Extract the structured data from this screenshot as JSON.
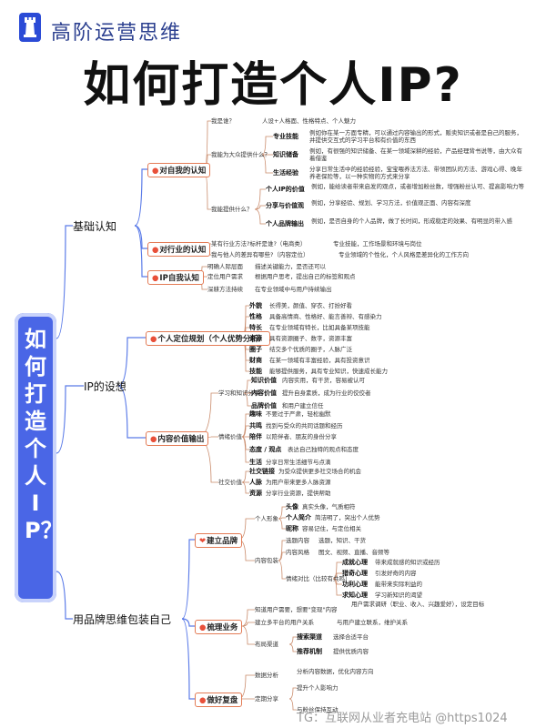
{
  "header": {
    "brand": "高阶运营思维"
  },
  "title": "如何打造个人IP?",
  "root": {
    "label": "如何打造个人IP？"
  },
  "branches": [
    {
      "label": "基础认知",
      "sub": [
        {
          "tag": "对自我的认知",
          "items": [
            {
              "label": "我是谁？",
              "text": "人设+人格面、性格特点、个人魅力"
            },
            {
              "label": "我能为大众提供什么？",
              "children": [
                {
                  "label": "专业技能",
                  "text": "例如你在某一方面专精，可以通过内容输出的形式，贩卖知识或者是自己的服务，并提供交互式的学习平台和有价值的东西"
                },
                {
                  "label": "知识储备",
                  "text": "例如，有很强的知识储备、在某一领域深耕的经验，产品经理背书说等，由大众有着借鉴"
                },
                {
                  "label": "生活经验",
                  "text": "分享日常生活中的经验经验，宝宝喂养法方法、带领团队的方法、游戏心得、晚年养老保险等，以一种实物的方式来分享"
                }
              ]
            },
            {
              "label": "我能提供什么？",
              "children": [
                {
                  "label": "个人IP的价值",
                  "text": "例如，能给读者带来启发的观点，或者增加粉丝数，增强粉丝认可、提高影响力等"
                },
                {
                  "label": "分享与价值观",
                  "text": "例如，分享经验、规划、学习方法，价值观正面、内容有深度"
                },
                {
                  "label": "个人品牌输出",
                  "text": "例如，是否自身的个人品牌，做了长时间，形成稳定的效果、有明显的带入感"
                }
              ]
            }
          ]
        },
        {
          "tag": "对行业的认知",
          "items": [
            {
              "label": "某有行业方法?标杆是谁?（电商类）",
              "text": "专业技能，工作场景和环境与岗位"
            },
            {
              "label": "我与他人的差异有哪些?（内容定位）",
              "text": "专业领域的个性化，个人风格是差异化的工作方向"
            }
          ]
        },
        {
          "tag": "IP自我认知",
          "items": [
            {
              "label": "明确人际层面",
              "text": "描述关键能力，是否还可以"
            },
            {
              "label": "定位用户需求",
              "text": "根据用户思考，提出自己的标签和观点"
            },
            {
              "label": "深耕方法持续",
              "text": "在专业领域中与用户持续输出"
            }
          ]
        }
      ]
    },
    {
      "label": "IP的设想",
      "sub": [
        {
          "tag": "个人定位规划（个人优势分析）",
          "items": [
            {
              "label": "外貌",
              "text": "长得美，颜值、穿衣、打扮好看"
            },
            {
              "label": "性格",
              "text": "具备高情商、性格好、能言善辩、有感染力"
            },
            {
              "label": "特长",
              "text": "在专业领域有特长，比如具备某项技能"
            },
            {
              "label": "资源",
              "text": "具有资源圈子、数字，资源丰富"
            },
            {
              "label": "圈子",
              "text": "结交多个优质的圈子，人脉广泛"
            },
            {
              "label": "财商",
              "text": "在某一领域有丰富经验，具有投资意识"
            },
            {
              "label": "技能",
              "text": "能够提供服务，具有专业知识，快速成长能力"
            }
          ]
        },
        {
          "tag": "内容价值输出",
          "items": [
            {
              "label": "学习和知识分享",
              "children": [
                {
                  "label": "知识价值",
                  "text": "内容实用，有干货，容易被认可"
                },
                {
                  "label": "内容价值",
                  "text": "提升自身素质，成为行业的佼佼者"
                },
                {
                  "label": "品牌价值",
                  "text": "和用户建立信任"
                }
              ]
            },
            {
              "label": "情绪价值",
              "children": [
                {
                  "label": "趣味",
                  "text": "不要过于严肃，轻松幽默"
                },
                {
                  "label": "共鸣",
                  "text": "找到与受众的共同话题和经历"
                },
                {
                  "label": "陪伴",
                  "text": "以陪伴者、朋友的身份分享"
                },
                {
                  "label": "态度 / 观点",
                  "text": "表达自己独特的观点和态度"
                },
                {
                  "label": "生活",
                  "text": "分享日常生活细节与点滴"
                }
              ]
            },
            {
              "label": "社交价值",
              "children": [
                {
                  "label": "社交链接",
                  "text": "为受众提供更多社交场合的机会"
                },
                {
                  "label": "人脉",
                  "text": "为用户带来更多人脉资源"
                },
                {
                  "label": "资源",
                  "text": "分享行业资源，提供帮助"
                }
              ]
            }
          ]
        }
      ]
    },
    {
      "label": "用品牌思维包装自己",
      "sub": [
        {
          "tag": "建立品牌",
          "items": [
            {
              "label": "个人形象",
              "children": [
                {
                  "label": "头像",
                  "text": "真实头像，气质相符"
                },
                {
                  "label": "个人简介",
                  "text": "简洁明了，突出个人优势"
                },
                {
                  "label": "昵称",
                  "text": "容易记住，与定位相关"
                }
              ]
            },
            {
              "label": "内容包装",
              "children": [
                {
                  "label": "选题内容",
                  "text": "选题，知识、干货"
                },
                {
                  "label": "内容风格",
                  "text": "图文、视频、直播、音频等"
                },
                {
                  "label": "情绪对比（比较有共鸣）",
                  "children": [
                    {
                      "label": "成就心理",
                      "text": "带来成就感的知识或经历"
                    },
                    {
                      "label": "猎奇心理",
                      "text": "引发好奇的内容"
                    },
                    {
                      "label": "功利心理",
                      "text": "能带来实际利益的"
                    },
                    {
                      "label": "求知心理",
                      "text": "学习新知识的渴望"
                    }
                  ]
                }
              ]
            }
          ]
        },
        {
          "tag": "梳理业务",
          "items": [
            {
              "label": "知道用户需要，想要\"变现\"内容",
              "text": "用户需求调研（职业、收入、兴趣爱好），设定目标"
            },
            {
              "label": "建立多平台的用户关系",
              "text": "与用户建立联系，维护关系"
            },
            {
              "label": "布局渠道",
              "children": [
                {
                  "label": "搜索渠道",
                  "text": "选择合适平台"
                },
                {
                  "label": "推荐机制",
                  "text": "提供优质内容"
                }
              ]
            }
          ]
        },
        {
          "tag": "做好复盘",
          "items": [
            {
              "label": "数据分析",
              "text": "分析内容数据，优化内容方向"
            },
            {
              "label": "定期分享",
              "children": [
                {
                  "label": "",
                  "text": "提升个人影响力"
                },
                {
                  "label": "",
                  "text": "与粉丝保持互动"
                }
              ]
            }
          ]
        }
      ]
    }
  ],
  "watermark": "TG：互联网从业者充电站 @https1024"
}
